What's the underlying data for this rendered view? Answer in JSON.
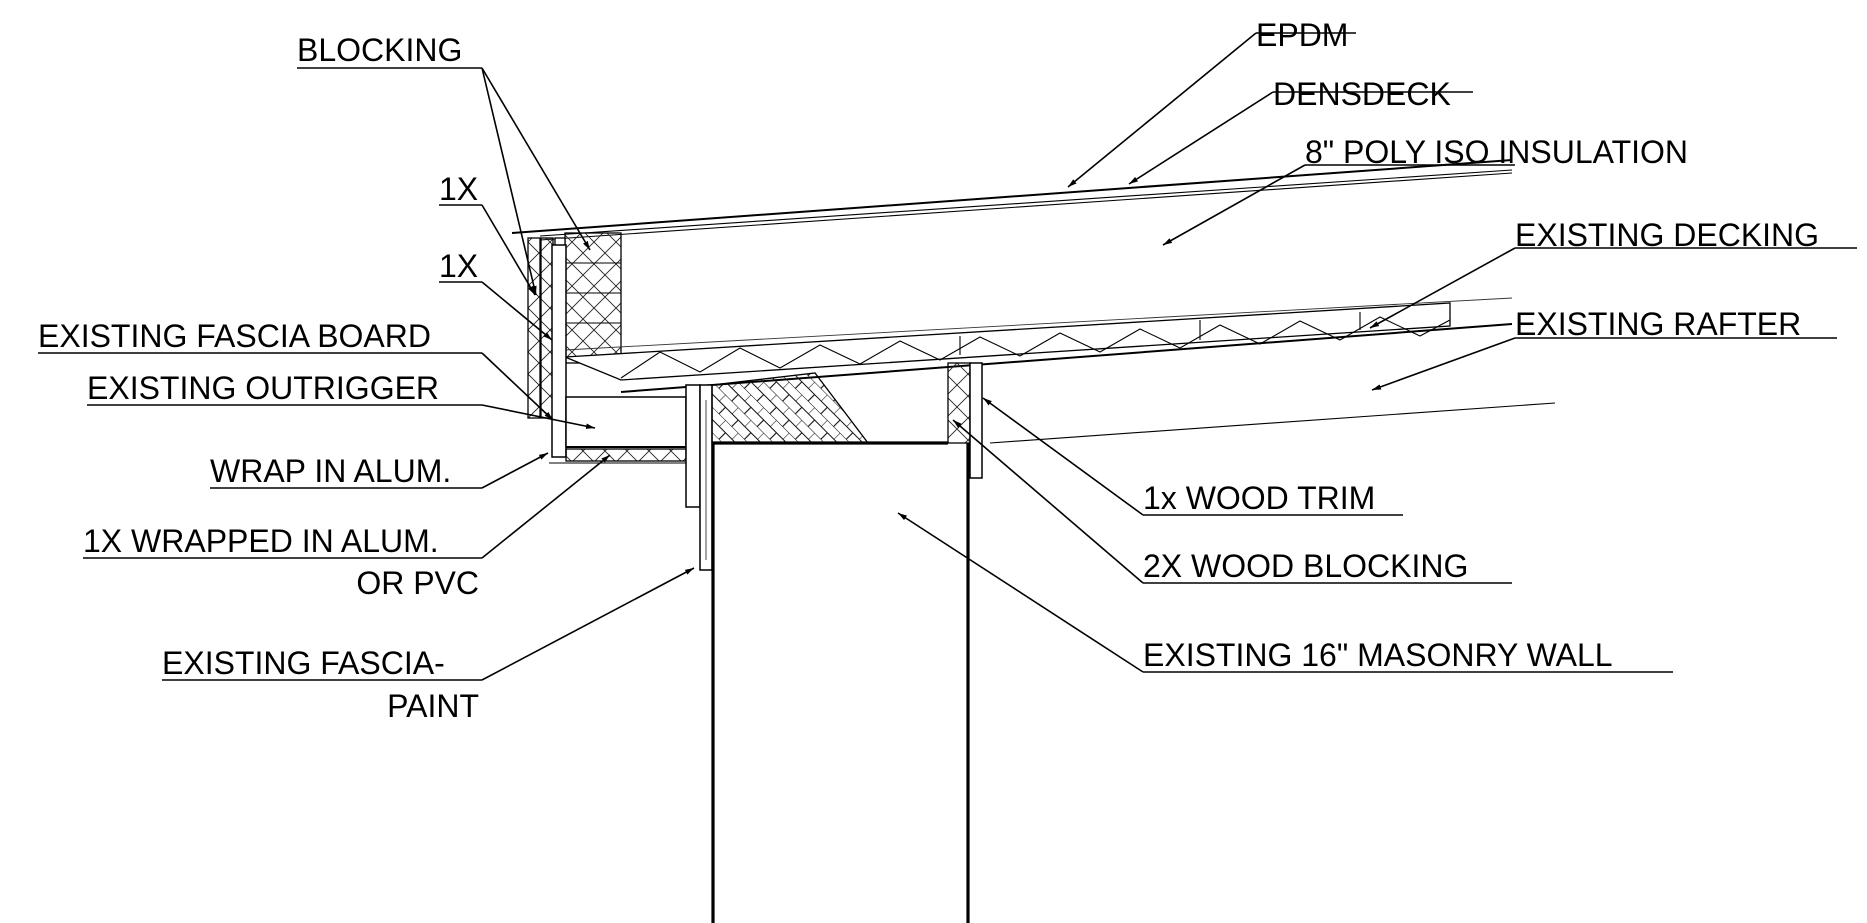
{
  "labels": {
    "blocking": "BLOCKING",
    "one_x_top": "1X",
    "one_x_bottom": "1X",
    "existing_fascia_board": "EXISTING FASCIA BOARD",
    "existing_outrigger": "EXISTING OUTRIGGER",
    "wrap_in_alum": "WRAP IN ALUM.",
    "one_x_wrapped_line1": "1X WRAPPED IN ALUM.",
    "one_x_wrapped_line2": "OR PVC",
    "existing_fascia_paint_line1": "EXISTING FASCIA-",
    "existing_fascia_paint_line2": "PAINT",
    "epdm": "EPDM",
    "densdeck": "DENSDECK",
    "poly_iso": "8\" POLY ISO INSULATION",
    "existing_decking": "EXISTING DECKING",
    "existing_rafter": "EXISTING RAFTER",
    "wood_trim": "1x WOOD TRIM",
    "wood_blocking": "2X WOOD BLOCKING",
    "masonry_wall": "EXISTING 16\" MASONRY WALL"
  }
}
